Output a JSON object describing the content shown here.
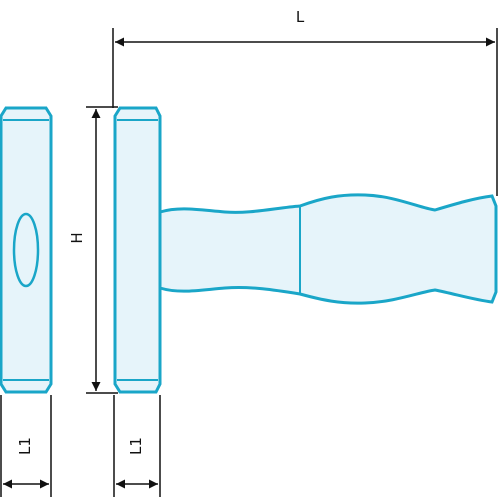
{
  "labels": {
    "length": "L",
    "height": "H",
    "head_width_side": "L1",
    "head_width_front": "L1"
  },
  "colors": {
    "outline": "#1aa6c8",
    "fill": "#e6f4fa",
    "dimension_line": "#111111"
  }
}
